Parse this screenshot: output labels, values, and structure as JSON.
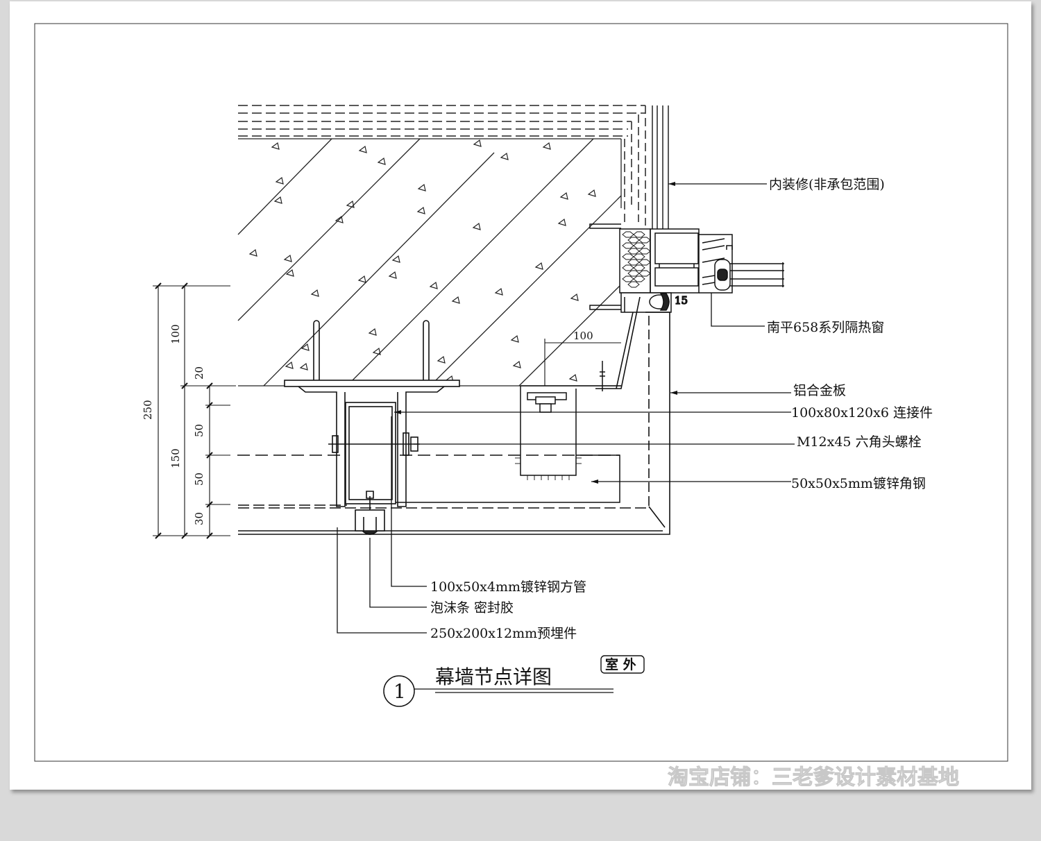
{
  "labels": {
    "interior_finish": "内装修(非承包范围)",
    "window": "南平658系列隔热窗",
    "aluminum_panel": "铝合金板",
    "connector": "100x80x120x6 连接件",
    "bolt": "M12x45 六角头螺栓",
    "angle_steel": "50x50x5mm镀锌角钢",
    "square_tube": "100x50x4mm镀锌钢方管",
    "foam_sealant": "泡沫条 密封胶",
    "embed_plate": "250x200x12mm预埋件"
  },
  "dimensions": {
    "d250": "250",
    "d100": "100",
    "d20": "20",
    "d150": "150",
    "d50a": "50",
    "d50b": "50",
    "d30": "30",
    "d100_top": "100",
    "d15": "15"
  },
  "title": {
    "number": "1",
    "text": "幕墙节点详图",
    "tag": "室 外"
  },
  "watermark": "淘宝店铺：三老爹设计素材基地"
}
